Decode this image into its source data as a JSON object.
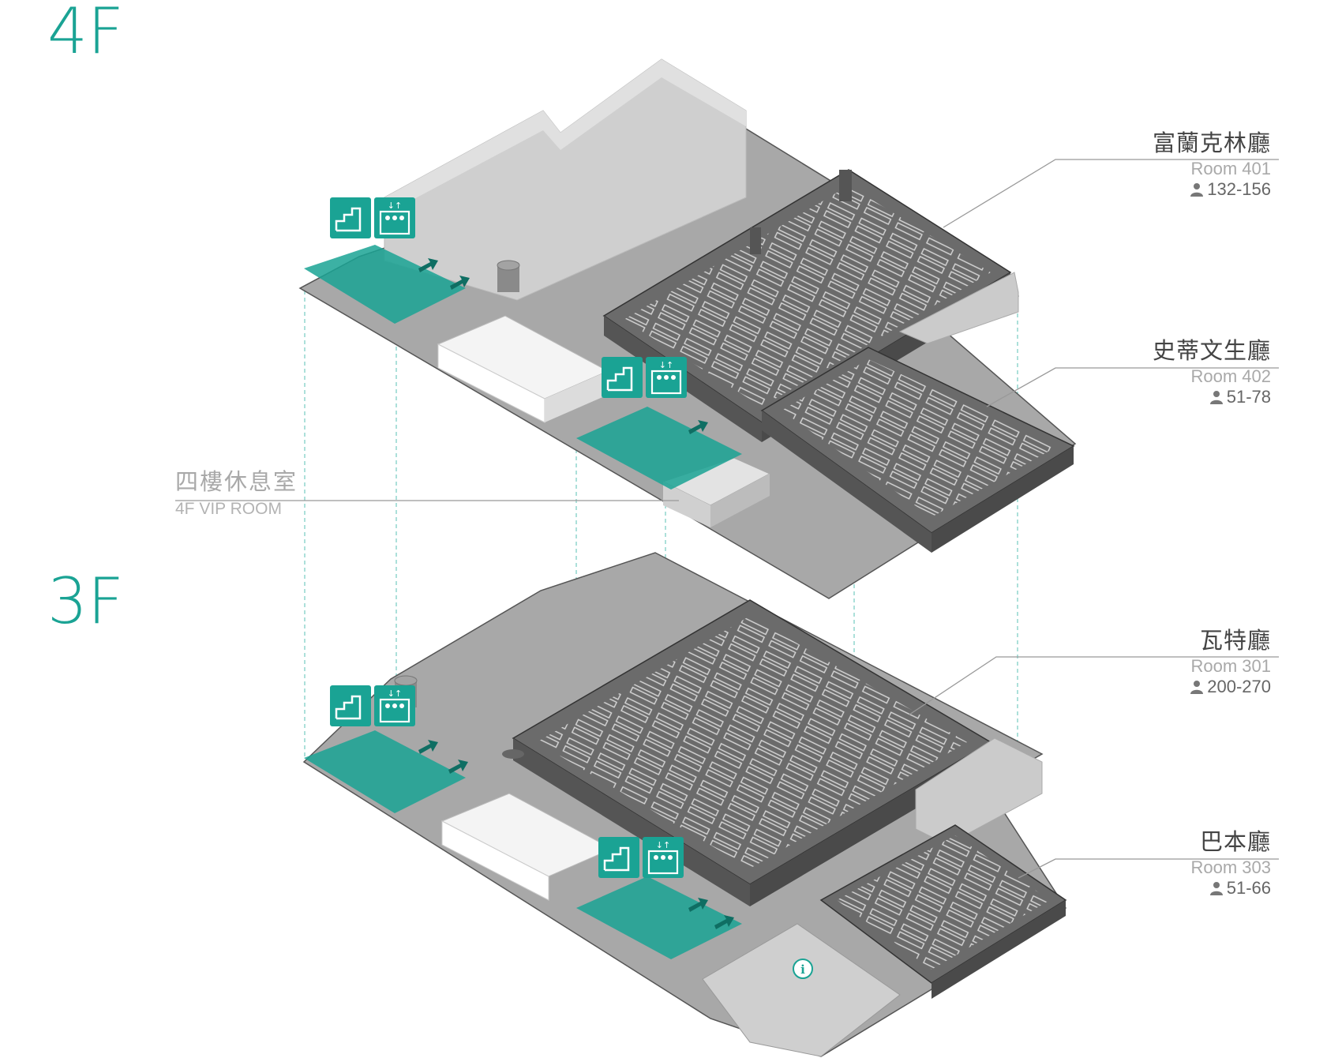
{
  "floors": {
    "upper": {
      "label": "4F"
    },
    "lower": {
      "label": "3F"
    }
  },
  "rooms": {
    "franklin": {
      "name_zh": "富蘭克林廳",
      "name_en": "Room 401",
      "capacity": "132-156"
    },
    "stephenson": {
      "name_zh": "史蒂文生廳",
      "name_en": "Room 402",
      "capacity": "51-78"
    },
    "watt": {
      "name_zh": "瓦特廳",
      "name_en": "Room 301",
      "capacity": "200-270"
    },
    "babbage": {
      "name_zh": "巴本廳",
      "name_en": "Room 303",
      "capacity": "51-66"
    }
  },
  "vip_room": {
    "name_zh": "四樓休息室",
    "name_en": "4F VIP ROOM"
  },
  "colors": {
    "accent": "#1aa394",
    "floor": "#a6a6a6",
    "hall": "#6b6b6b",
    "wall": "#bdbdbd",
    "leader": "#999999"
  },
  "icons": [
    "stairs-icon",
    "elevator-icon",
    "arrow-icon",
    "info-icon",
    "person-icon"
  ]
}
